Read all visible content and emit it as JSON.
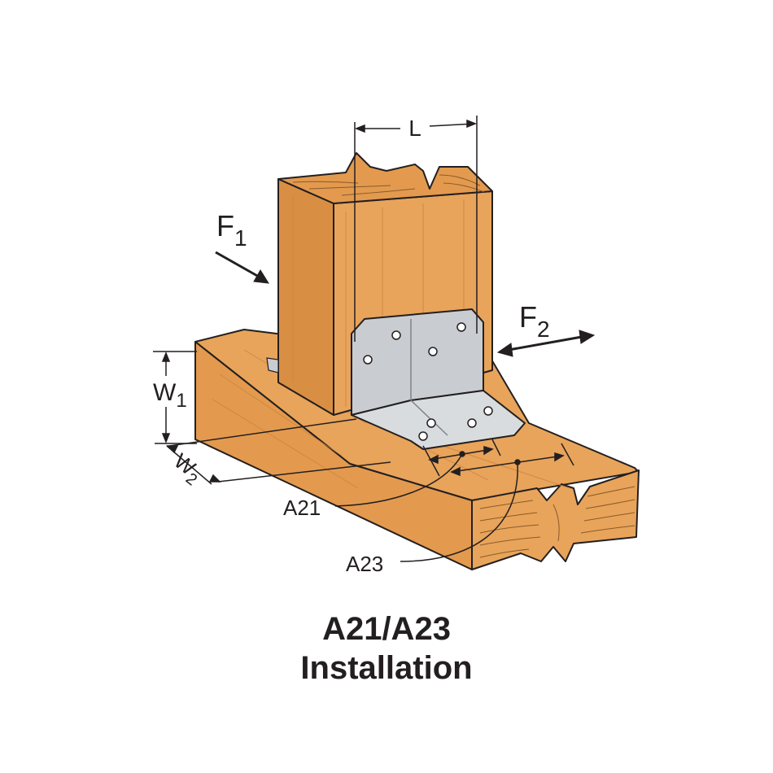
{
  "diagram": {
    "dimension_length": "L",
    "force_1": {
      "letter": "F",
      "subscript": "1"
    },
    "force_2": {
      "letter": "F",
      "subscript": "2"
    },
    "width_1": {
      "letter": "W",
      "subscript": "1"
    },
    "width_2": {
      "letter": "W",
      "subscript": "2"
    },
    "callout_a21": "A21",
    "callout_a23": "A23"
  },
  "caption": {
    "line1": "A21/A23",
    "line2": "Installation"
  },
  "colors": {
    "wood": "#e8a45a",
    "wood_dark": "#d98f43",
    "outline": "#231f20",
    "bracket": "#c9ccd0",
    "bracket_edge": "#7f8488"
  }
}
